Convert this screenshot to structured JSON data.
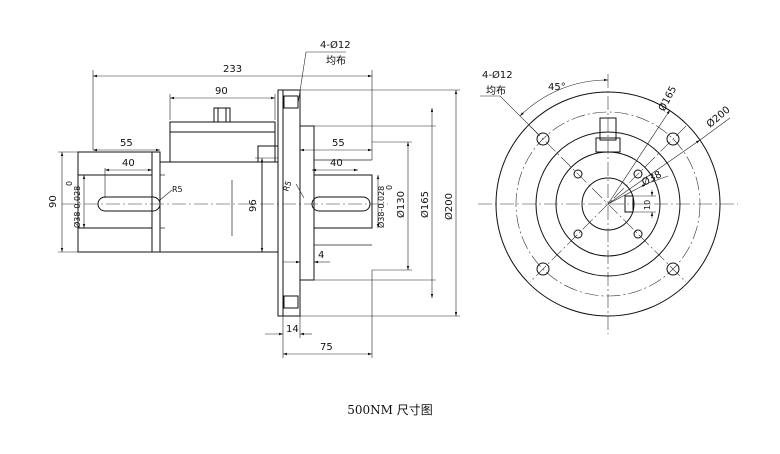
{
  "caption": "500NM 尺寸图",
  "side_view": {
    "dims": {
      "overall": "233",
      "top_box": "90",
      "shaft_left_55": "55",
      "shaft_left_40": "40",
      "height_90": "90",
      "shaft_left_dia": "Ø38-0.028",
      "shaft_left_dia_upper": "0",
      "radius_left": "R5",
      "height_96": "96",
      "shaft_right_55": "55",
      "shaft_right_40": "40",
      "radius_right": "R5",
      "shaft_right_dia": "Ø38-0.028",
      "shaft_right_dia_upper": "0",
      "dia_130": "Ø130",
      "dia_165": "Ø165",
      "dia_200": "Ø200",
      "gap_4": "4",
      "flange_14": "14",
      "length_75": "75",
      "holes": "4-Ø12",
      "holes_even": "均布"
    }
  },
  "front_view": {
    "dims": {
      "holes": "4-Ø12",
      "holes_even": "均布",
      "angle": "45°",
      "dia_165": "Ø165",
      "dia_200": "Ø200",
      "dia_38": "Ø38",
      "key_10": "10"
    }
  }
}
